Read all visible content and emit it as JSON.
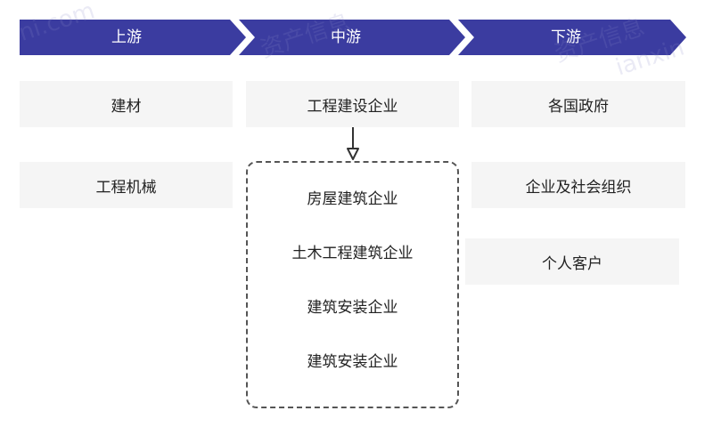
{
  "colors": {
    "stage_bg": "#3b3ca0",
    "box_bg": "#f5f5f5",
    "dashed_border": "#555555",
    "arrow": "#333333"
  },
  "stages": {
    "upstream": "上游",
    "midstream": "中游",
    "downstream": "下游"
  },
  "upstream_items": [
    "建材",
    "工程机械"
  ],
  "midstream": {
    "top": "工程建设企业",
    "sub_items": [
      "房屋建筑企业",
      "土木工程建筑企业",
      "建筑安装企业",
      "建筑安装企业"
    ]
  },
  "downstream_items": [
    "各国政府",
    "企业及社会组织",
    "个人客户"
  ],
  "watermark": [
    "ni.com",
    "资产信息",
    "资产信息",
    "ianxin"
  ]
}
